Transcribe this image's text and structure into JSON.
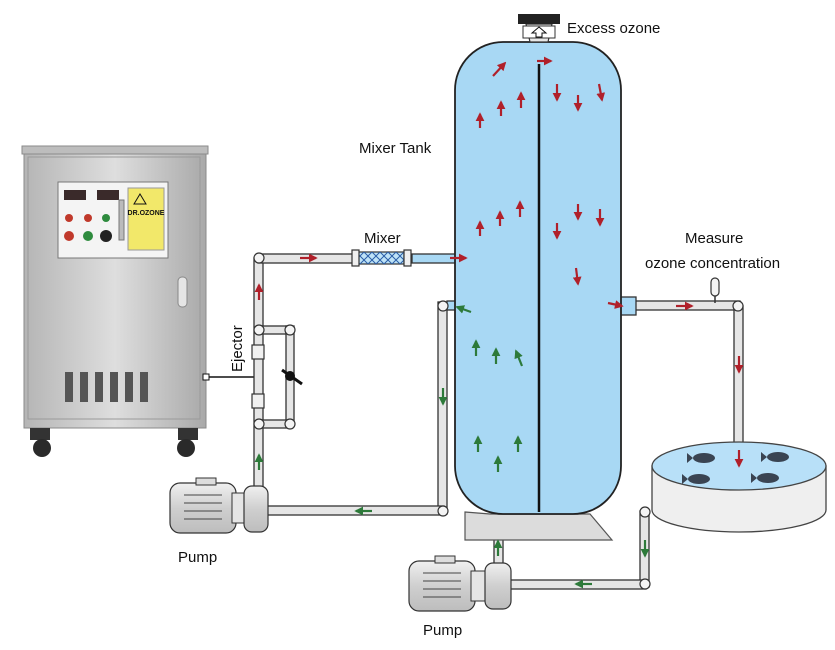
{
  "labels": {
    "excess_ozone": "Excess ozone",
    "mixer_tank": "Mixer Tank",
    "mixer": "Mixer",
    "measure_line1": "Measure",
    "measure_line2": "ozone concentration",
    "ejector": "Ejector",
    "pump_left": "Pump",
    "pump_bottom": "Pump"
  },
  "generator_panel": {
    "brand": "DR.OZONE"
  },
  "colors": {
    "tank_water": "#a8d8f4",
    "pipe_water": "#a8d8f4",
    "arrow_red": "#b0202a",
    "arrow_green": "#2d7a3a",
    "steel": "#c9c9c9",
    "pipe": "#e6e6e6"
  },
  "icons": {
    "vent": "up-arrow-vent-icon"
  }
}
